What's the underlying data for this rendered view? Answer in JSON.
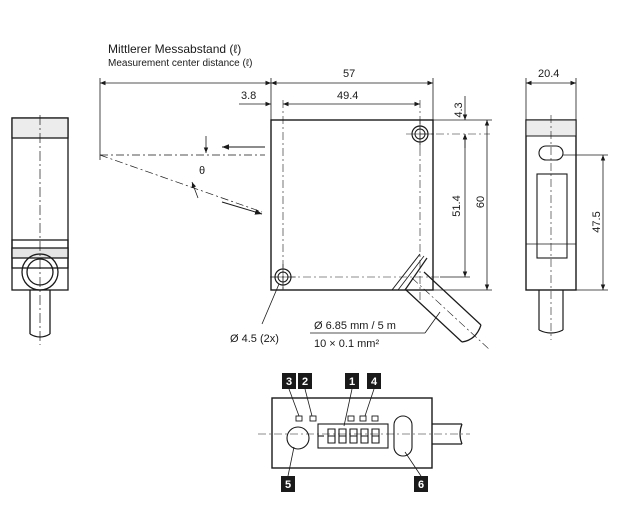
{
  "header": {
    "label_de": "Mittlerer Messabstand (ℓ)",
    "label_en": "Measurement center distance (ℓ)"
  },
  "dimensions": {
    "width_total": "57",
    "offset_left": "3.8",
    "hole_spacing_x": "49.4",
    "top_offset": "4.3",
    "hole_spacing_y": "51.4",
    "height_total": "60",
    "side_width": "20.4",
    "side_hole_spacing": "47.5",
    "angle": "θ"
  },
  "notes": {
    "mount_hole": "Ø 4.5 (2x)",
    "cable_line1": "Ø 6.85 mm / 5 m",
    "cable_line2": "10 × 0.1 mm²"
  },
  "badges": [
    "1",
    "2",
    "3",
    "4",
    "5",
    "6"
  ],
  "colors": {
    "line": "#1a1a1a",
    "badge": "#1a1a1a",
    "dash": "#333333"
  }
}
